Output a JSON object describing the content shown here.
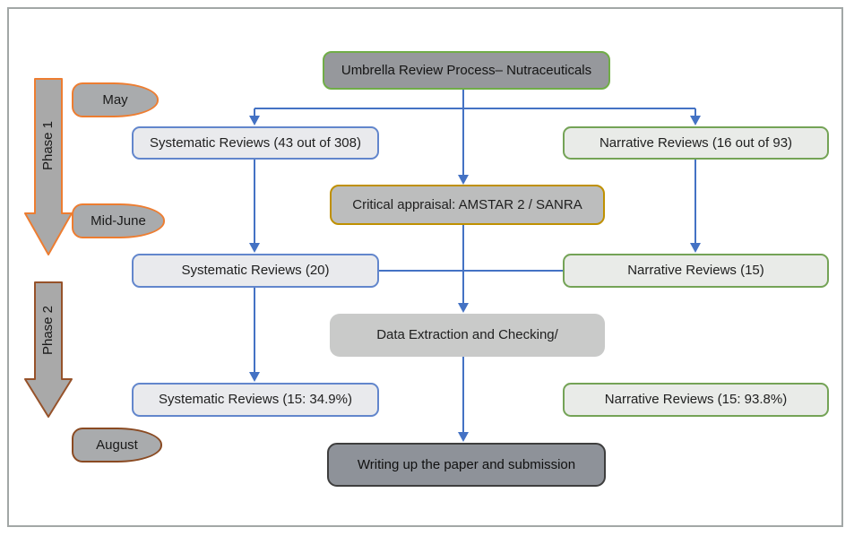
{
  "diagram": {
    "phases": [
      {
        "label": "Phase 1"
      },
      {
        "label": "Phase 2"
      }
    ],
    "timeline": [
      {
        "label": "May"
      },
      {
        "label": "Mid-June"
      },
      {
        "label": "August"
      }
    ],
    "nodes": {
      "title": {
        "label": "Umbrella Review Process– Nutraceuticals"
      },
      "systematic_initial": {
        "label": "Systematic Reviews (43 out of 308)"
      },
      "narrative_initial": {
        "label": "Narrative Reviews (16 out of 93)"
      },
      "critical_appraisal": {
        "label": "Critical appraisal: AMSTAR 2 / SANRA"
      },
      "systematic_appraised": {
        "label": "Systematic Reviews (20)"
      },
      "narrative_appraised": {
        "label": "Narrative Reviews (15)"
      },
      "data_extraction": {
        "label": "Data Extraction and Checking/"
      },
      "systematic_final": {
        "label": "Systematic Reviews (15: 34.9%)"
      },
      "narrative_final": {
        "label": "Narrative Reviews (15: 93.8%)"
      },
      "writing": {
        "label": "Writing up the paper and submission"
      }
    },
    "colors": {
      "connector_blue": "#4472c4",
      "systematic_border": "#4472c4",
      "narrative_border": "#70ad47",
      "title_border": "#70ad47",
      "appraisal_border": "#bf9000",
      "phase1_border": "#ed7d31",
      "phase2_border": "#96522a",
      "gray_fill": "#a9abad"
    }
  }
}
